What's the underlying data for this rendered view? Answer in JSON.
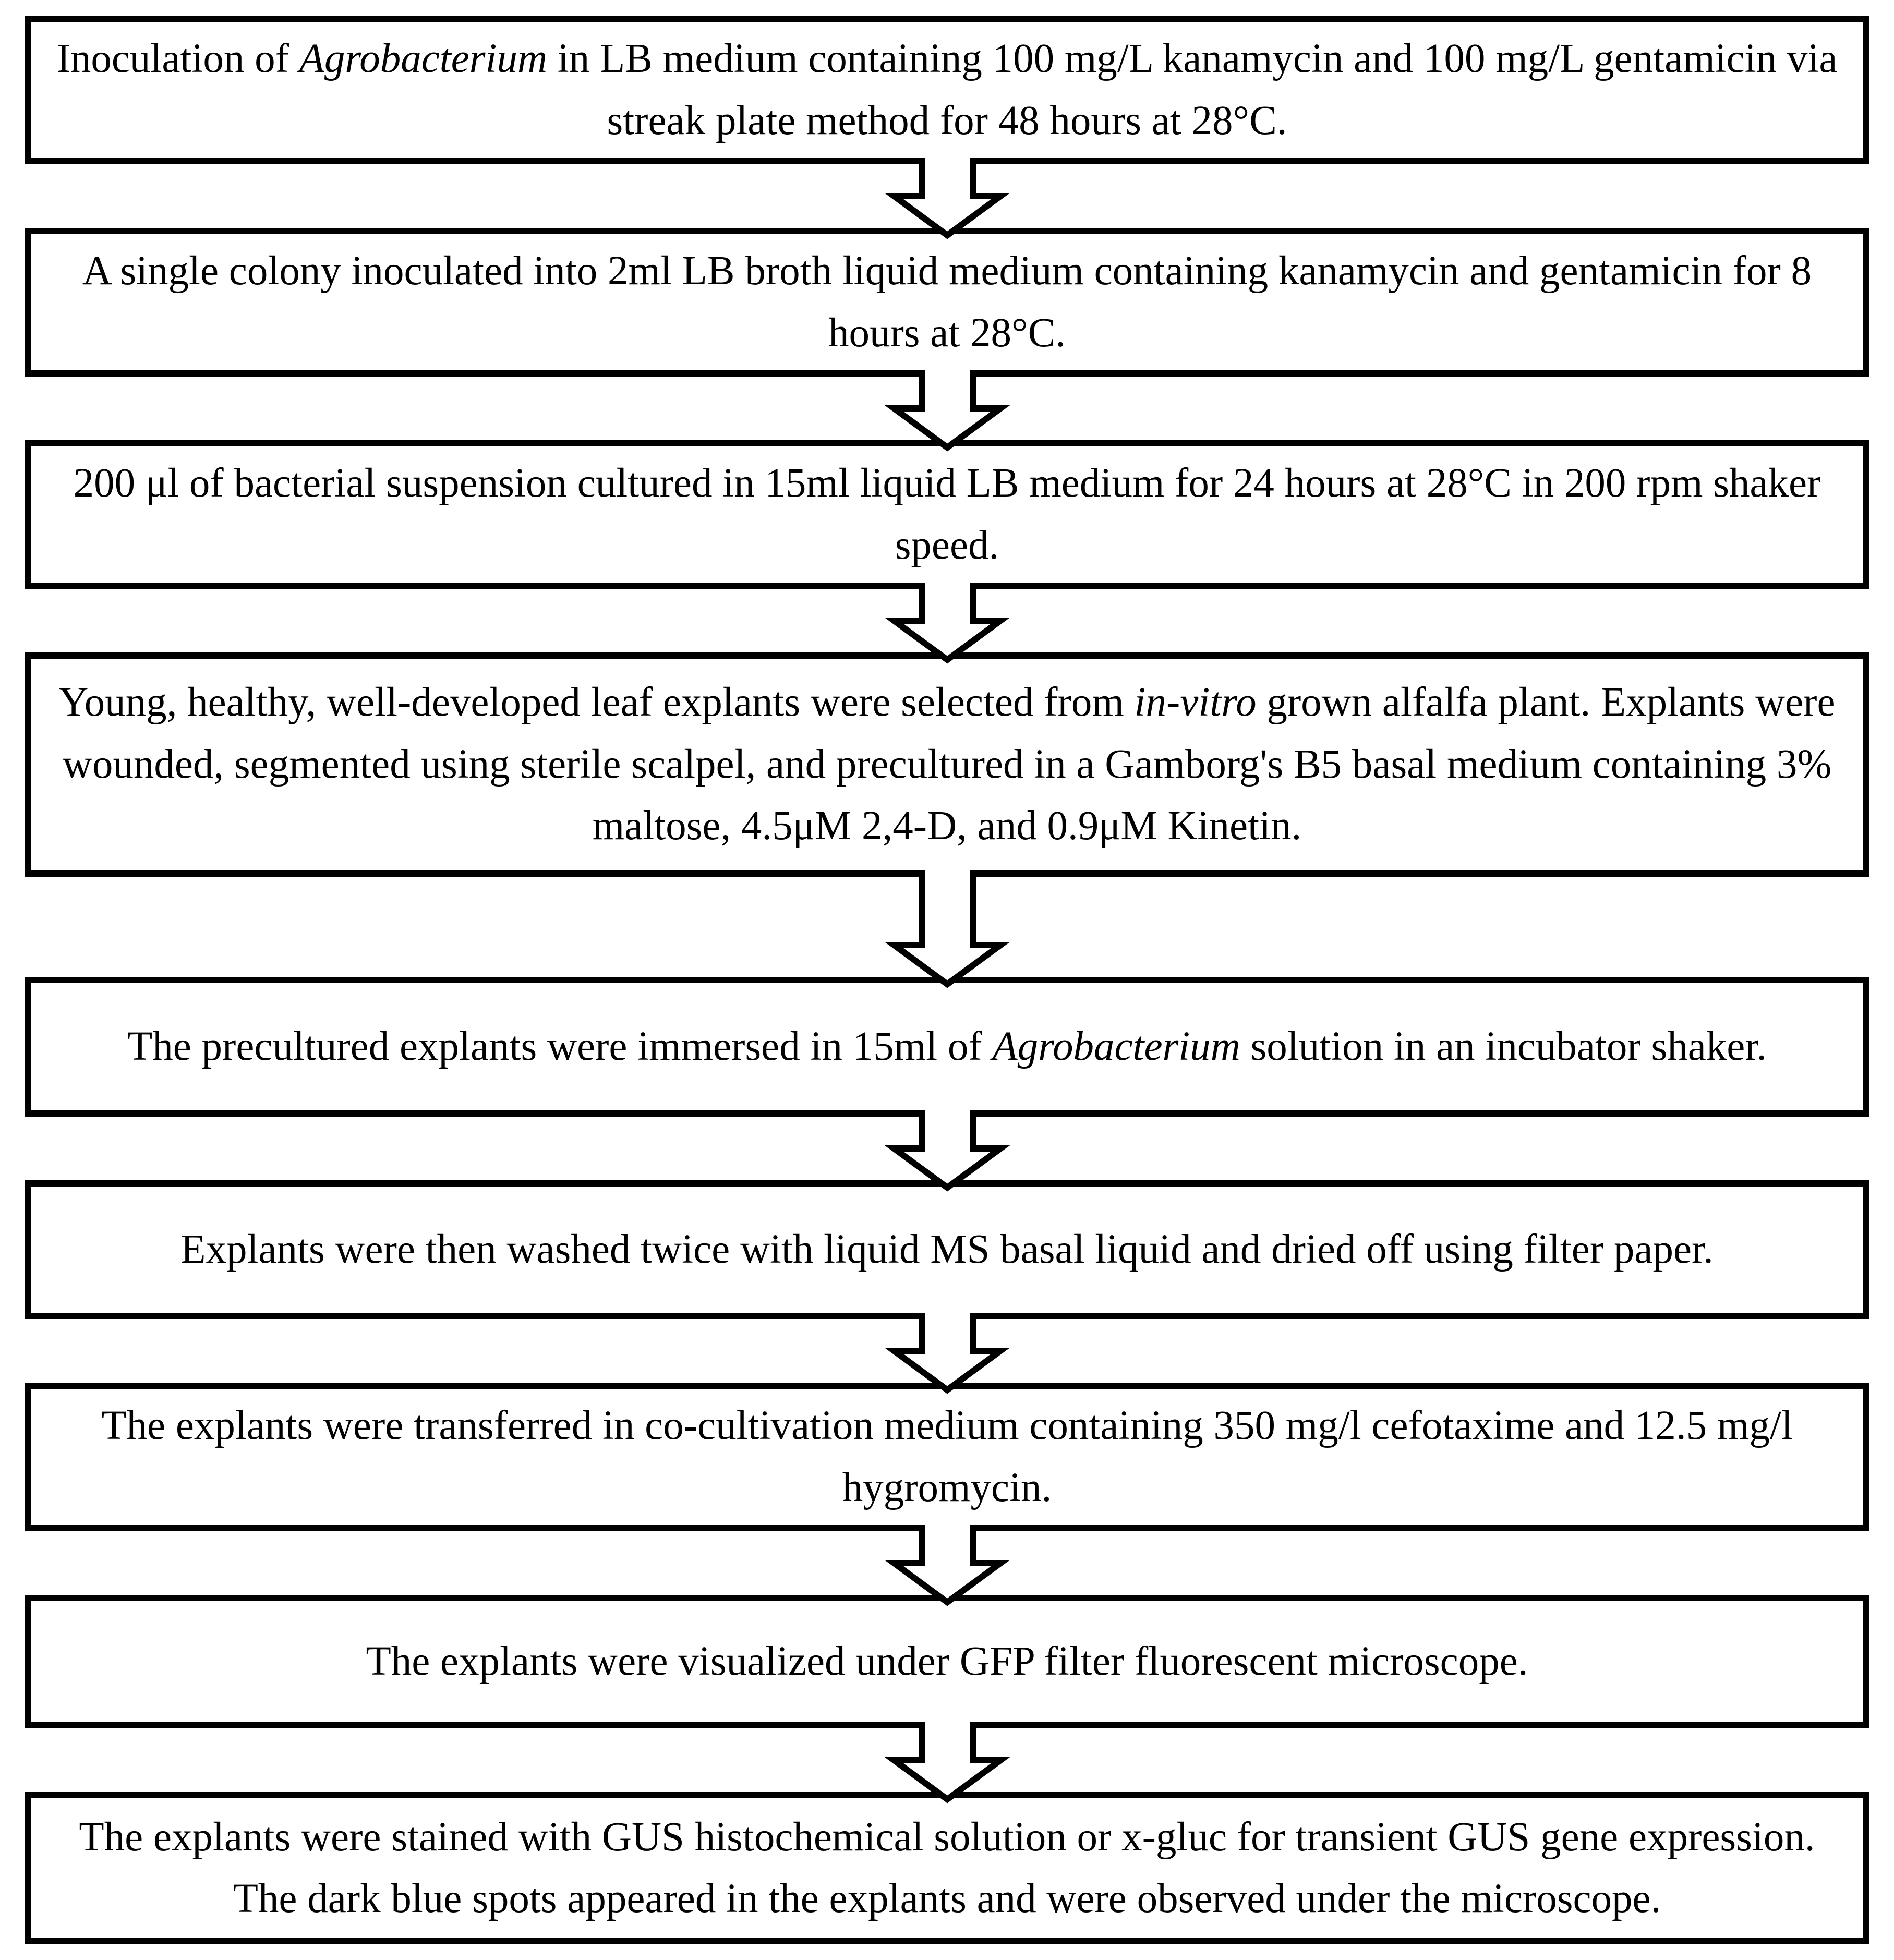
{
  "page": {
    "background_color": "#ffffff",
    "line_color": "#000000"
  },
  "flowchart": {
    "direction": "top-to-bottom",
    "connector_icon": "down-block-arrow",
    "step_count": 9,
    "steps": [
      {
        "segments": [
          {
            "t": "Inoculation of ",
            "i": false
          },
          {
            "t": "Agrobacterium",
            "i": true
          },
          {
            "t": " in LB medium containing 100 mg/L kanamycin and 100 mg/L gentamicin via streak plate method for 48 hours at 28°C.",
            "i": false
          }
        ]
      },
      {
        "segments": [
          {
            "t": "A single colony inoculated into 2ml LB broth liquid medium containing kanamycin and gentamicin for 8 hours at 28°C.",
            "i": false
          }
        ]
      },
      {
        "segments": [
          {
            "t": "200 μl of bacterial suspension cultured in 15ml liquid LB medium for 24 hours at 28°C in 200 rpm shaker speed.",
            "i": false
          }
        ]
      },
      {
        "segments": [
          {
            "t": "Young, healthy, well-developed leaf explants were selected from ",
            "i": false
          },
          {
            "t": "in-vitro",
            "i": true
          },
          {
            "t": " grown alfalfa plant. Explants were wounded, segmented using sterile scalpel, and precultured in a Gamborg's B5 basal medium containing 3% maltose, 4.5μM 2,4-D, and 0.9μM Kinetin.",
            "i": false
          }
        ]
      },
      {
        "segments": [
          {
            "t": "The precultured explants were immersed in 15ml of ",
            "i": false
          },
          {
            "t": "Agrobacterium",
            "i": true
          },
          {
            "t": " solution in an incubator shaker.",
            "i": false
          }
        ]
      },
      {
        "segments": [
          {
            "t": "Explants were then washed twice with liquid MS basal liquid and dried off using filter paper.",
            "i": false
          }
        ]
      },
      {
        "segments": [
          {
            "t": "The explants were transferred in co-cultivation medium containing 350 mg/l cefotaxime and 12.5 mg/l hygromycin.",
            "i": false
          }
        ]
      },
      {
        "segments": [
          {
            "t": "The explants were visualized under GFP filter fluorescent microscope.",
            "i": false
          }
        ]
      },
      {
        "segments": [
          {
            "t": "The explants were stained with GUS histochemical solution or x-gluc for transient GUS gene expression. The dark blue spots appeared in the explants and were observed under the microscope.",
            "i": false
          }
        ]
      }
    ]
  }
}
